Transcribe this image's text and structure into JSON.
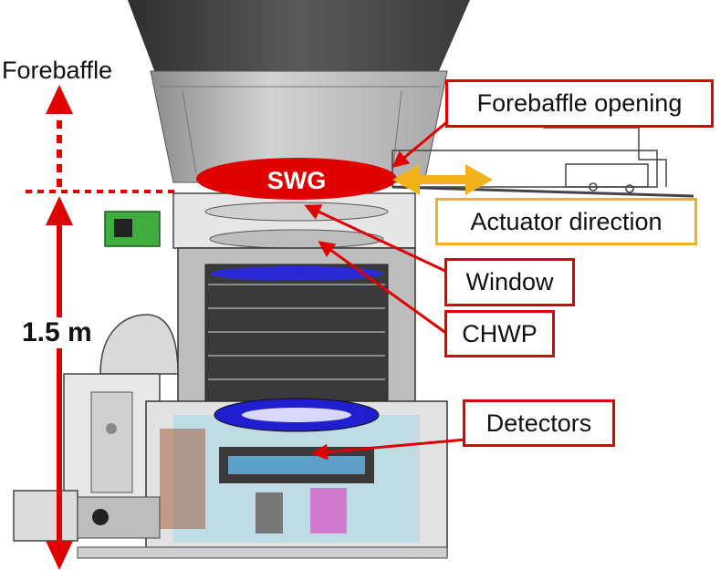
{
  "labels": {
    "forebaffle": "Forebaffle",
    "forebaffle_opening": "Forebaffle opening",
    "swg": "SWG",
    "actuator_direction": "Actuator direction",
    "window": "Window",
    "chwp": "CHWP",
    "detectors": "Detectors",
    "height": "1.5 m"
  },
  "colors": {
    "annotation_red": "#e00000",
    "actuator_yellow": "#f2b21b",
    "cryostat_blue": "#2b2bd6",
    "forebaffle_gray": "#c7c7c7"
  }
}
